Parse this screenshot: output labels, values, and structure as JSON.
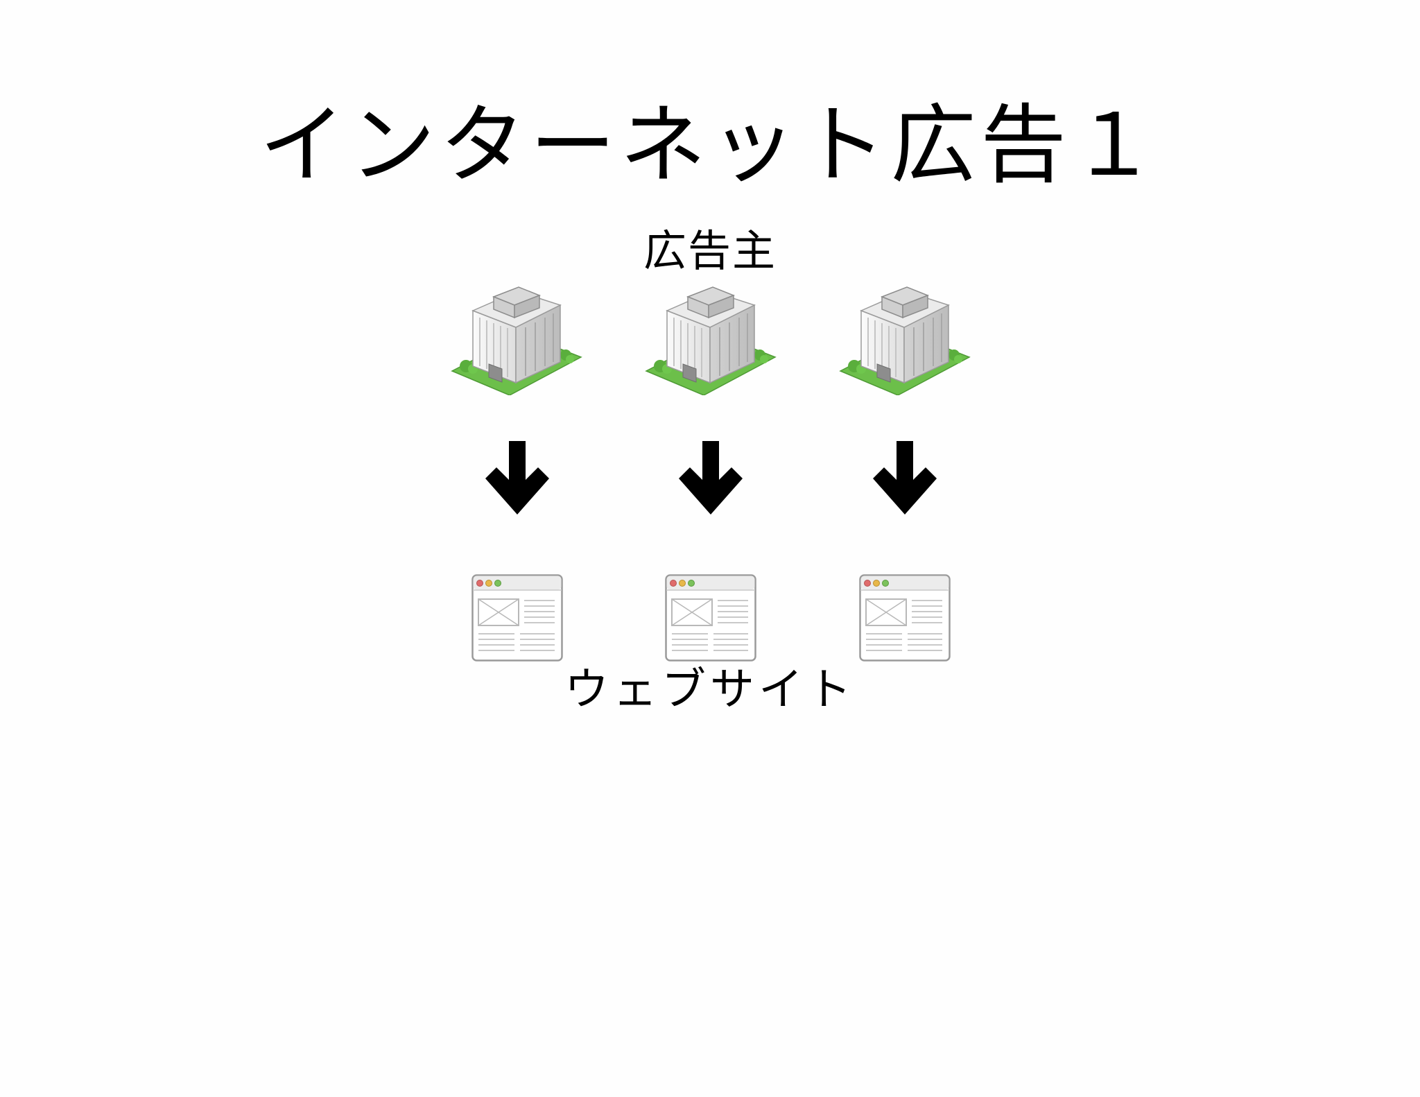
{
  "title": "インターネット広告１",
  "advertisers": {
    "label": "広告主",
    "icons": [
      "office-building-icon",
      "office-building-icon",
      "office-building-icon"
    ]
  },
  "flow": {
    "arrow_icon": "down-arrow-icon",
    "count": 3
  },
  "websites": {
    "label": "ウェブサイト",
    "icons": [
      "webpage-window-icon",
      "webpage-window-icon",
      "webpage-window-icon"
    ]
  },
  "colors": {
    "background": "#fefefe",
    "text": "#000000",
    "grass": "#6cbf4a",
    "building": "#e4e4e4",
    "window_close": "#e06c6c",
    "window_min": "#e8b84a",
    "window_max": "#7cc25c"
  }
}
